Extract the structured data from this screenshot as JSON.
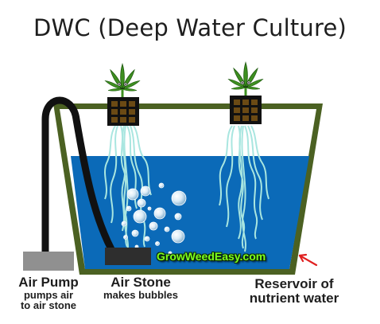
{
  "title": "DWC (Deep Water Culture)",
  "watermark": "GrowWeedEasy.com",
  "labels": {
    "air_pump_title": "Air Pump",
    "air_pump_line1": "pumps air",
    "air_pump_line2": "to air stone",
    "air_stone_title": "Air Stone",
    "air_stone_sub": "makes bubbles",
    "reservoir_line1": "Reservoir of",
    "reservoir_line2": "nutrient water"
  },
  "colors": {
    "reservoir_frame": "#4b6122",
    "water": "#0b6ab8",
    "net_pot": "#6b4a14",
    "leaf": "#3e8f20",
    "root": "#a9e6e0",
    "air_pump": "#909090",
    "air_stone": "#2e2e2e",
    "tube": "#111111",
    "arrow": "#e02020"
  },
  "icons": [
    "cannabis-leaf-icon",
    "net-pot-icon",
    "air-bubble-icon",
    "red-arrow-icon"
  ]
}
